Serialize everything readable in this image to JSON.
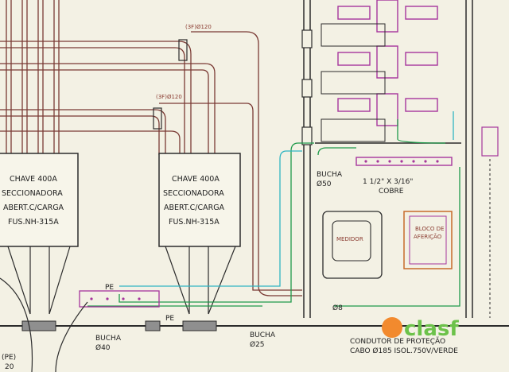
{
  "drawing": {
    "pipe_labels": {
      "top": "(3F)Ø120",
      "mid": "(3F)Ø120"
    },
    "left_switch": {
      "line1": "CHAVE 400A",
      "line2": "SECCIONADORA",
      "line3": "ABERT.C/CARGA",
      "line4": "FUS.NH-315A"
    },
    "right_switch": {
      "line1": "CHAVE 400A",
      "line2": "SECCIONADORA",
      "line3": "ABERT.C/CARGA",
      "line4": "FUS.NH-315A"
    },
    "bucha_50": {
      "line1": "BUCHA",
      "line2": "Ø50"
    },
    "bucha_40": {
      "line1": "BUCHA",
      "line2": "Ø40"
    },
    "bucha_25": {
      "line1": "BUCHA",
      "line2": "Ø25"
    },
    "busbar_label": "1 1/2\" X 3/16\"",
    "busbar_material": "COBRE",
    "meter_label": "MEDIDOR",
    "terminal_block_line1": "BLOCO DE",
    "terminal_block_line2": "AFERIÇÃO",
    "pe_label": "PE",
    "pe_bottom": "(PE)",
    "conductor_line1": "CONDUTOR DE PROTEÇÃO",
    "conductor_line2": "CABO Ø185 ISOL.750V/VERDE",
    "ground_small": "Ø8",
    "bottom_left": "20",
    "watermark": {
      "brand": "clasf"
    },
    "colors": {
      "background": "#f3f1e4",
      "line_dark": "#2c2c2c",
      "pipe": "#7a3a34",
      "green_wire": "#1f9a4a",
      "cyan_wire": "#2fb5c2",
      "magenta": "#a6359c",
      "orange": "#c76a2a",
      "watermark_orange": "#f28a2e",
      "watermark_green": "#6cc24a"
    }
  }
}
